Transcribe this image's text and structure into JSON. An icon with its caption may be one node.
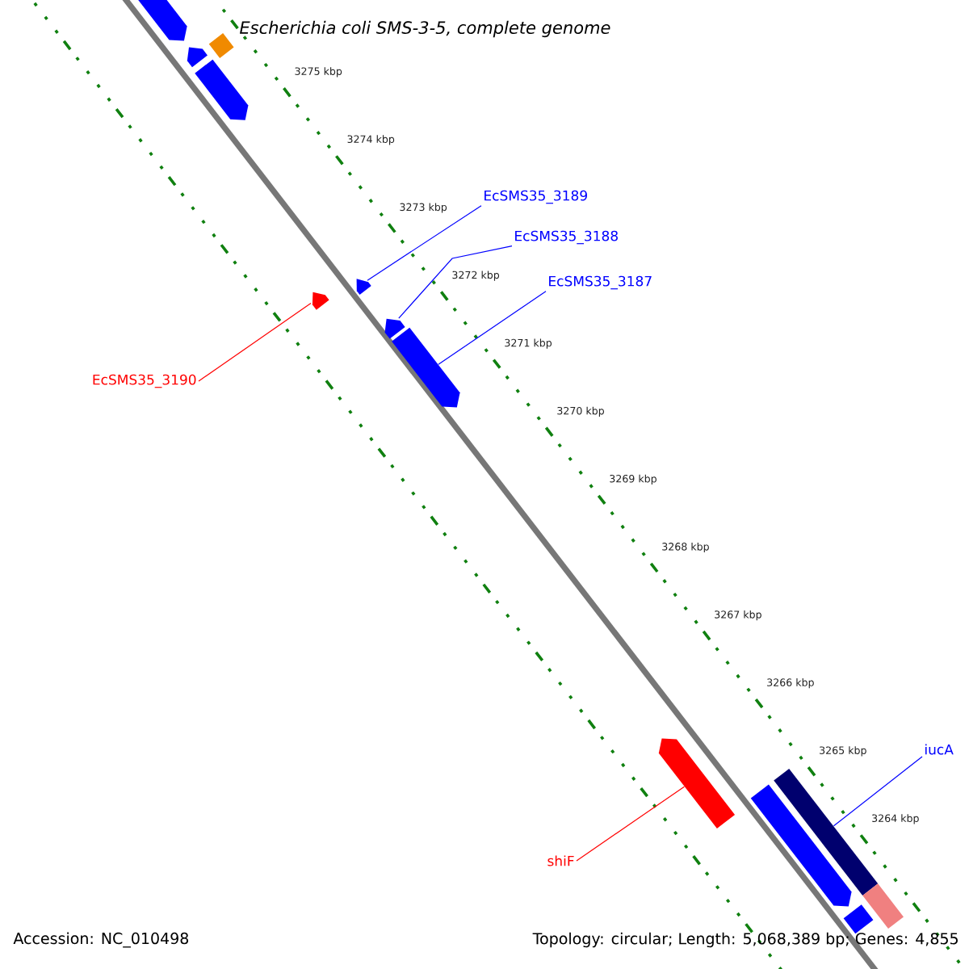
{
  "diagram": {
    "title": "Escherichia coli SMS-3-5, complete genome",
    "nodes": [
      {
        "text": [
          "EcSMS35_3189"
        ]
      },
      {
        "text": [
          "EcSMS35_3188"
        ]
      },
      {
        "text": [
          "EcSMS35_3187"
        ]
      },
      {
        "text": [],
        "shape": "bar"
      },
      {
        "text": [],
        "shape": "bar"
      },
      {
        "text": [],
        "shape": "bar"
      },
      {
        "text": [],
        "shape": "bar"
      },
      {
        "text": [
          "EcSMS35_3190"
        ]
      },
      {
        "text": [],
        "shape": "bar"
      },
      {
        "text": [],
        "shape": "bar"
      },
      {
        "text": [
          "iucA"
        ]
      },
      {
        "text": [
          "shiF"
        ]
      },
      {
        "text": [],
        "shape": "bar"
      },
      {
        "text": [],
        "shape": "bar"
      },
      {
        "text": [],
        "shape": "bar"
      },
      {
        "text": [],
        "shape": "bar"
      },
      {
        "text": [],
        "shape": "bar"
      },
      {
        "text": [],
        "shape": "bar"
      },
      {
        "text": [],
        "shape": "bar"
      }
    ],
    "edges": [
      {
        "from": 0,
        "to": 4,
        "arrow": "none"
      },
      {
        "from": 1,
        "to": 5,
        "arrow": "none"
      },
      {
        "from": 2,
        "to": 6,
        "arrow": "none"
      },
      {
        "from": 7,
        "to": 3,
        "arrow": "none",
        "color": "#ff0000"
      },
      {
        "from": 10,
        "to": 9,
        "arrow": "none"
      },
      {
        "from": 11,
        "to": 8,
        "arrow": "none",
        "color": "#ff0000"
      }
    ],
    "labels": [
      "3275 kbp",
      "3274 kbp",
      "3273 kbp",
      "3272 kbp",
      "3271 kbp",
      "3270 kbp",
      "3269 kbp",
      "3268 kbp",
      "3267 kbp",
      "3266 kbp",
      "3265 kbp",
      "3264 kbp",
      "Accession: NC_010498",
      "Topology: circular; Length: 5,068,389 bp; Genes: 4,855"
    ]
  }
}
